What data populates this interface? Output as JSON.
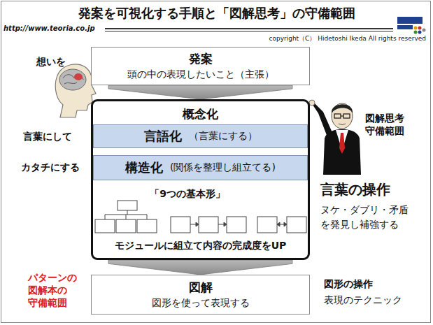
{
  "diagram": {
    "title": "発案を可視化する手順と「図解思考」の守備範囲",
    "nodes": [
      {
        "text": [
          "発案",
          "頭の中の表現したいこと（主張）"
        ]
      },
      {
        "text": [
          "概念化",
          "「9つの基本形」",
          "モジュールに組立て内容の完成度をUP"
        ]
      },
      {
        "text": [
          "言語化",
          "（言葉にする）"
        ],
        "in": 1
      },
      {
        "text": [
          "構造化",
          "(関係を整理し組立てる)"
        ],
        "in": 1
      },
      {
        "text": [
          "図解",
          "図形を使って表現する"
        ]
      }
    ],
    "edges": [
      {
        "from": 0,
        "to": 1,
        "arrow": "to"
      },
      {
        "from": 1,
        "to": 4,
        "arrow": "to"
      }
    ],
    "labels": [
      "http://www.teoria.co.jp",
      "copyright（C） Hidetoshi Ikeda All rights reserved",
      "想いを",
      "言葉にして",
      "カタチにする",
      "パターンの 図解本の 守備範囲",
      "図解思考 守備範囲",
      "言葉の操作",
      "ヌケ・ダブリ・矛盾 を発見し補強する",
      "図形の操作",
      "表現のテクニック"
    ]
  }
}
